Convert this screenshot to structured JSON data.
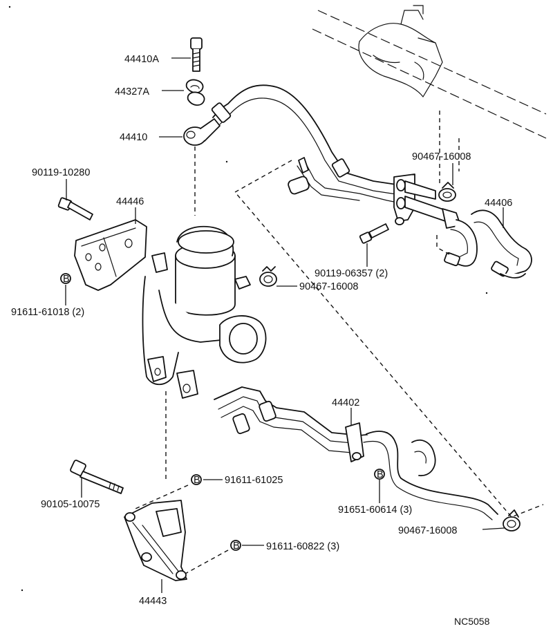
{
  "diagram": {
    "code": "NC5058",
    "callouts": [
      {
        "id": "c1",
        "text": "44410A"
      },
      {
        "id": "c2",
        "text": "44327A"
      },
      {
        "id": "c3",
        "text": "44410"
      },
      {
        "id": "c4",
        "text": "90119-10280"
      },
      {
        "id": "c5",
        "text": "44446"
      },
      {
        "id": "c6",
        "text": "91611-61018 (2)"
      },
      {
        "id": "c7",
        "text": "90467-16008"
      },
      {
        "id": "c8",
        "text": "90467-16008"
      },
      {
        "id": "c9",
        "text": "44406"
      },
      {
        "id": "c10",
        "text": "90119-06357 (2)"
      },
      {
        "id": "c11",
        "text": "44402"
      },
      {
        "id": "c12",
        "text": "91611-61025"
      },
      {
        "id": "c13",
        "text": "90105-10075"
      },
      {
        "id": "c14",
        "text": "91651-60614 (3)"
      },
      {
        "id": "c15",
        "text": "90467-16008"
      },
      {
        "id": "c16",
        "text": "91611-60822 (3)"
      },
      {
        "id": "c17",
        "text": "44443"
      }
    ],
    "washer_symbol": "B"
  }
}
